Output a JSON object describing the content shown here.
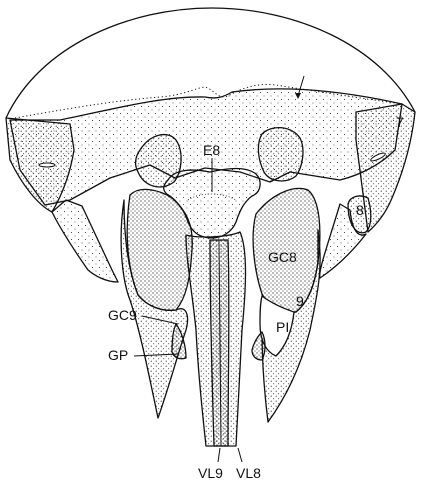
{
  "figure": {
    "labels": {
      "e8": "E8",
      "seven": "7",
      "eight": "8",
      "gc8": "GC8",
      "nine": "9",
      "pi": "PI",
      "gc9": "GC9",
      "gp": "GP",
      "vl9": "VL9",
      "vl8": "VL8"
    }
  },
  "colors": {
    "ink": "#111111",
    "paper": "#ffffff"
  }
}
